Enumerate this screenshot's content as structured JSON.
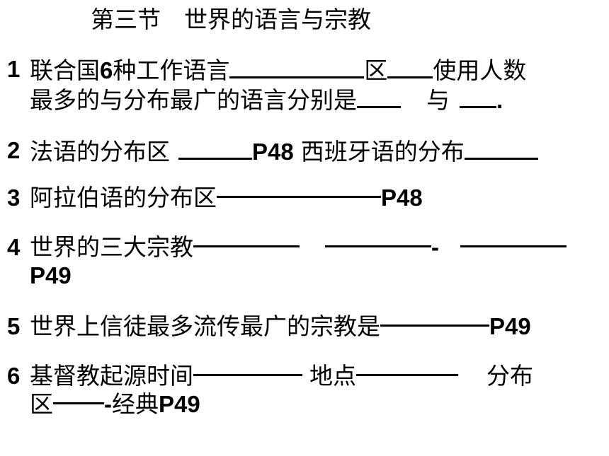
{
  "title": "第三节　世界的语言与宗教",
  "q1": {
    "num": "1",
    "a": "联合国",
    "six": "6",
    "b": "种工作语言",
    "c": "区",
    "d": "使用人数",
    "e": "最多的与分布最广的语言分别是",
    "f": "与",
    "g": "."
  },
  "q2": {
    "num": "2",
    "a": "法语的分布区",
    "page": "P48",
    "b": "西班牙语的分布"
  },
  "q3": {
    "num": "3",
    "a": "阿拉伯语的分布区",
    "page": "P48"
  },
  "q4": {
    "num": "4",
    "a": "世界的三大宗教",
    "sep": "-",
    "page": "P49"
  },
  "q5": {
    "num": "5",
    "a": "世界上信徒最多流传最广的宗教是",
    "page": "P49"
  },
  "q6": {
    "num": "6",
    "a": "基督教起源时间",
    "b": "地点",
    "c": "分布",
    "d": "区",
    "sep": "-",
    "e": "经典",
    "page": "P49"
  }
}
